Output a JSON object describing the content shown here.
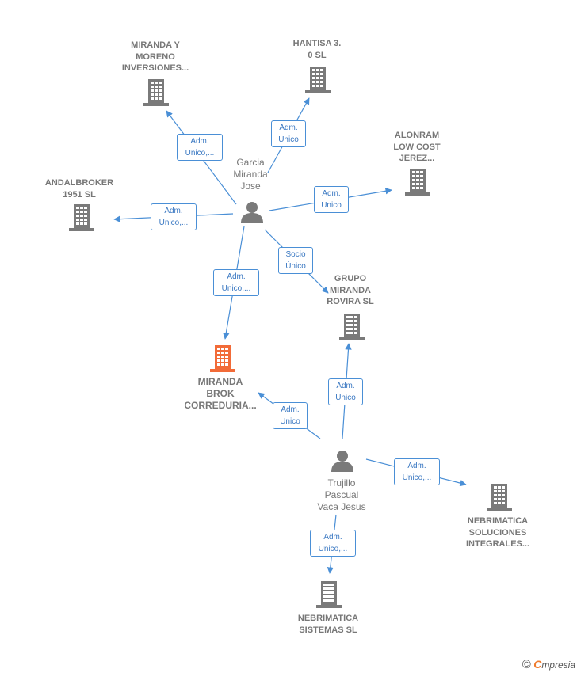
{
  "nodes": {
    "miranda_moreno": {
      "line1": "MIRANDA Y",
      "line2": "MORENO",
      "line3": "INVERSIONES..."
    },
    "hantisa": {
      "line1": "HANTISA 3.",
      "line2": "0  SL"
    },
    "alonram": {
      "line1": "ALONRAM",
      "line2": "LOW COST",
      "line3": "JEREZ..."
    },
    "andalbroker": {
      "line1": "ANDALBROKER",
      "line2": "1951  SL"
    },
    "grupo_miranda": {
      "line1": "GRUPO",
      "line2": "MIRANDA",
      "line3": "ROVIRA SL"
    },
    "miranda_brok": {
      "line1": "MIRANDA",
      "line2": "BROK",
      "line3": "CORREDURIA..."
    },
    "nebrimatica_soluciones": {
      "line1": "NEBRIMATICA",
      "line2": "SOLUCIONES",
      "line3": "INTEGRALES..."
    },
    "nebrimatica_sistemas": {
      "line1": "NEBRIMATICA",
      "line2": "SISTEMAS  SL"
    },
    "garcia": {
      "line1": "Garcia",
      "line2": "Miranda",
      "line3": "Jose"
    },
    "trujillo": {
      "line1": "Trujillo",
      "line2": "Pascual",
      "line3": "Vaca Jesus"
    }
  },
  "edges": {
    "garcia_miranda_moreno": {
      "line1": "Adm.",
      "line2": "Unico,..."
    },
    "garcia_hantisa": {
      "line1": "Adm.",
      "line2": "Unico"
    },
    "garcia_alonram": {
      "line1": "Adm.",
      "line2": "Unico"
    },
    "garcia_andalbroker": {
      "line1": "Adm.",
      "line2": "Unico,..."
    },
    "garcia_miranda_brok": {
      "line1": "Adm.",
      "line2": "Unico,..."
    },
    "garcia_grupo": {
      "line1": "Socio",
      "line2": "Único"
    },
    "trujillo_grupo": {
      "line1": "Adm.",
      "line2": "Unico"
    },
    "trujillo_miranda_brok": {
      "line1": "Adm.",
      "line2": "Unico"
    },
    "trujillo_nebrimatica_soluciones": {
      "line1": "Adm.",
      "line2": "Unico,..."
    },
    "trujillo_nebrimatica_sistemas": {
      "line1": "Adm.",
      "line2": "Unico,..."
    }
  },
  "colors": {
    "edge": "#4a8fd6",
    "building": "#7a7a7a",
    "building_main": "#f26b38",
    "person": "#7a7a7a"
  },
  "icons": {
    "company": "building-icon",
    "person": "person-icon",
    "copyright": "copyright-icon"
  },
  "footer": {
    "copyright": "©",
    "brand_initial": "C",
    "brand_rest": "mpresia"
  }
}
